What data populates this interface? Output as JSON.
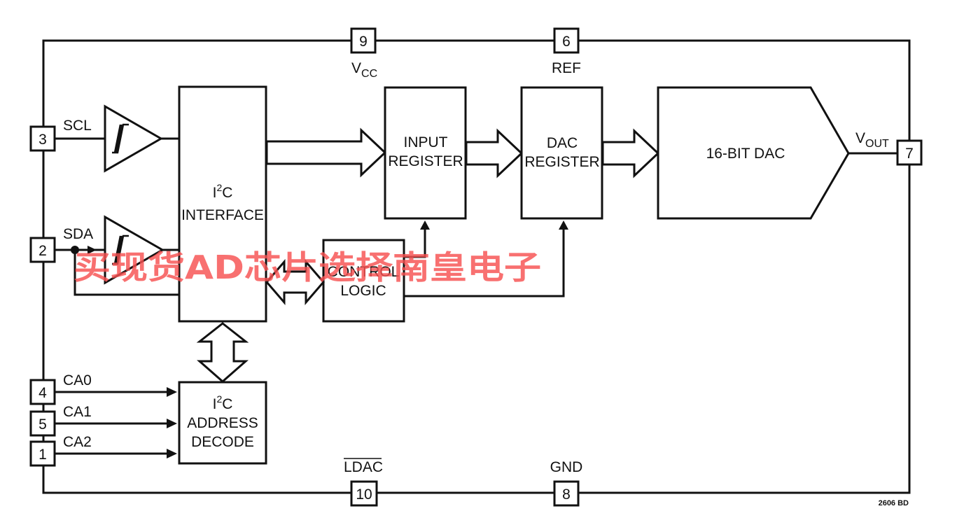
{
  "pins": [
    {
      "id": "vcc",
      "number": "9",
      "label": "V",
      "sub": "CC"
    },
    {
      "id": "ref",
      "number": "6",
      "label": "REF"
    },
    {
      "id": "scl",
      "number": "3",
      "label": "SCL"
    },
    {
      "id": "sda",
      "number": "2",
      "label": "SDA"
    },
    {
      "id": "vout",
      "number": "7",
      "label": "V",
      "sub": "OUT"
    },
    {
      "id": "ca0",
      "number": "4",
      "label": "CA0"
    },
    {
      "id": "ca1",
      "number": "5",
      "label": "CA1"
    },
    {
      "id": "ca2",
      "number": "1",
      "label": "CA2"
    },
    {
      "id": "ldac",
      "number": "10",
      "label": "LDAC"
    },
    {
      "id": "gnd",
      "number": "8",
      "label": "GND"
    }
  ],
  "blocks": {
    "i2c_interface": {
      "line1": "I",
      "sup": "2",
      "line1b": "C",
      "line2": "INTERFACE"
    },
    "input_register": {
      "line1": "INPUT",
      "line2": "REGISTER"
    },
    "dac_register": {
      "line1": "DAC",
      "line2": "REGISTER"
    },
    "dac": {
      "label": "16-BIT DAC"
    },
    "control_logic": {
      "line1": "CONTROL",
      "line2": "LOGIC"
    },
    "address_decode": {
      "line1": "I",
      "sup": "2",
      "line1b": "C",
      "line2": "ADDRESS",
      "line3": "DECODE"
    }
  },
  "figure_code": "2606 BD",
  "watermark": "买现货AD芯片选择南皇电子",
  "colors": {
    "line": "#111111",
    "watermark": "#f65050"
  }
}
